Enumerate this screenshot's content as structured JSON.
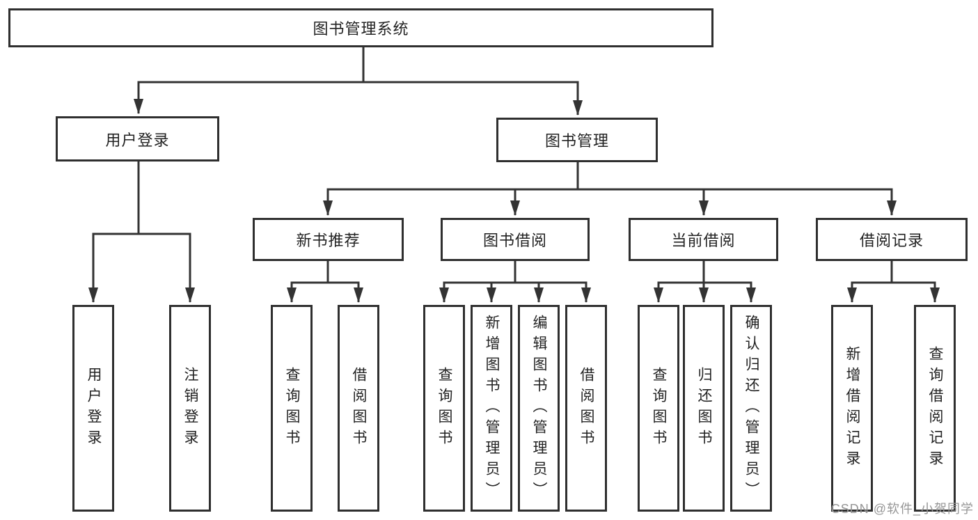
{
  "tree": {
    "root": {
      "label": "图书管理系统"
    },
    "branches": [
      {
        "label": "用户登录",
        "leaves": [
          {
            "label": "用户登录"
          },
          {
            "label": "注销登录"
          }
        ]
      },
      {
        "label": "图书管理",
        "groups": [
          {
            "label": "新书推荐",
            "leaves": [
              {
                "label": "查询图书"
              },
              {
                "label": "借阅图书"
              }
            ]
          },
          {
            "label": "图书借阅",
            "leaves": [
              {
                "label": "查询图书"
              },
              {
                "label": "新增图书（管理员）"
              },
              {
                "label": "编辑图书（管理员）"
              },
              {
                "label": "借阅图书"
              }
            ]
          },
          {
            "label": "当前借阅",
            "leaves": [
              {
                "label": "查询图书"
              },
              {
                "label": "归还图书"
              },
              {
                "label": "确认归还（管理员）"
              }
            ]
          },
          {
            "label": "借阅记录",
            "leaves": [
              {
                "label": "新增借阅记录"
              },
              {
                "label": "查询借阅记录"
              }
            ]
          }
        ]
      }
    ]
  },
  "watermark": {
    "text": "CSDN @软件_小贺同学"
  },
  "colors": {
    "line": "#333333",
    "box_border": "#2f2f2f",
    "box_fill": "#ffffff",
    "text": "#222222",
    "watermark": "#969696",
    "background": "#ffffff"
  }
}
